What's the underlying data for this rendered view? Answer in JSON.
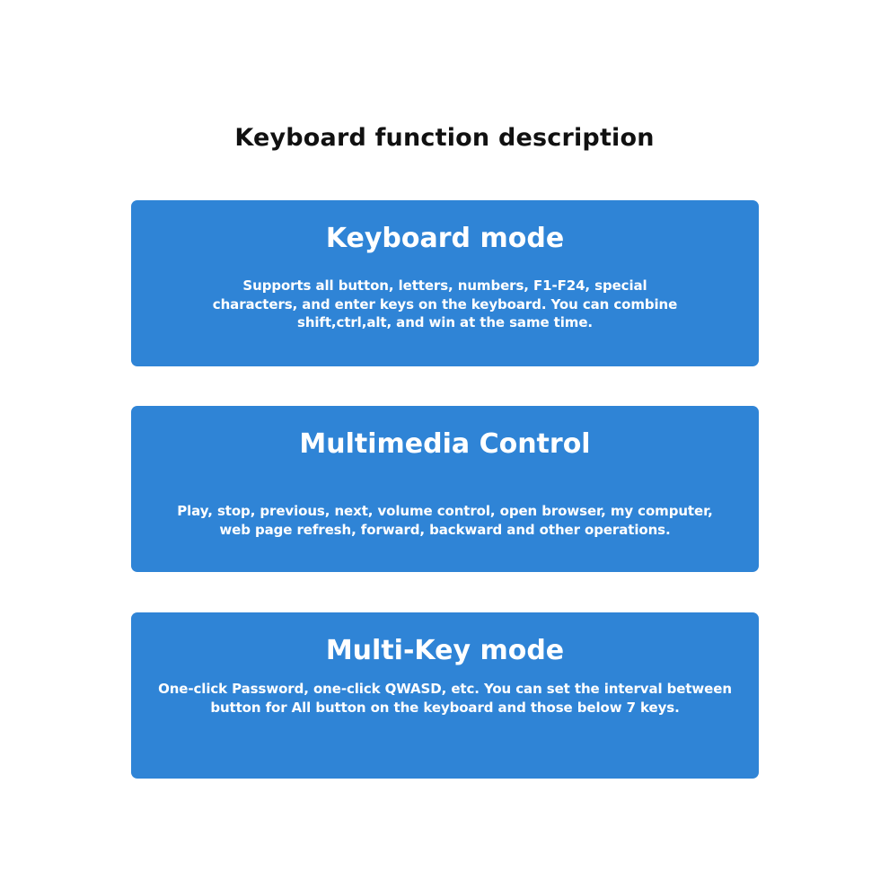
{
  "page": {
    "title": "Keyboard function description"
  },
  "cards": [
    {
      "title": "Keyboard mode",
      "description": "Supports all button, letters, numbers, F1-F24, special\ncharacters, and enter keys on the keyboard. You can combine\nshift,ctrl,alt, and win at the same time."
    },
    {
      "title": "Multimedia Control",
      "description": "Play, stop, previous, next, volume control, open browser, my computer,\nweb page refresh, forward, backward and other operations."
    },
    {
      "title": "Multi-Key mode",
      "description": "One-click Password, one-click QWASD, etc. You can set the interval between\nbutton for All button on the keyboard and those below 7 keys."
    }
  ],
  "colors": {
    "card_background": "#2f84d6",
    "card_text": "#ffffff",
    "title_text": "#111111",
    "page_background": "#ffffff"
  }
}
